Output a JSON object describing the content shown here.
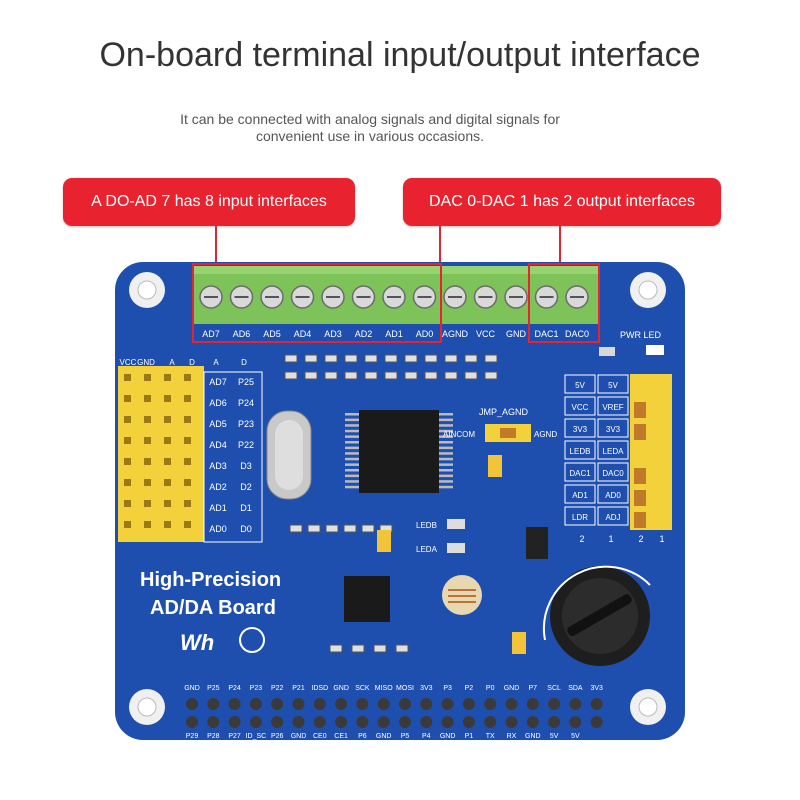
{
  "header": {
    "title": "On-board terminal input/output interface",
    "subtitle_line1": "It can be connected with analog signals and digital signals for",
    "subtitle_line2": "convenient use in various occasions."
  },
  "callouts": {
    "left": "A DO-AD 7 has 8 input interfaces",
    "right": "DAC 0-DAC 1 has 2 output interfaces"
  },
  "colors": {
    "board": "#1f4fae",
    "callout": "#e8222f",
    "terminal": "#7ec35a",
    "header_pins": "#f2d13a"
  },
  "board": {
    "terminal_labels": [
      "AD7",
      "AD6",
      "AD5",
      "AD4",
      "AD3",
      "AD2",
      "AD1",
      "AD0",
      "AGND",
      "VCC",
      "GND",
      "DAC1",
      "DAC0"
    ],
    "power_led_label": "PWR LED",
    "left_header_top": [
      "VCC",
      "GND",
      "A",
      "D",
      "A",
      "D"
    ],
    "left_header_rows": [
      [
        "AD7",
        "P25"
      ],
      [
        "AD6",
        "P24"
      ],
      [
        "AD5",
        "P23"
      ],
      [
        "AD4",
        "P22"
      ],
      [
        "AD3",
        "D3"
      ],
      [
        "AD2",
        "D2"
      ],
      [
        "AD1",
        "D1"
      ],
      [
        "AD0",
        "D0"
      ]
    ],
    "jumper_label": "JMP_AGND",
    "jumper_left": "AINCOM",
    "jumper_right": "AGND",
    "right_jumpers": [
      [
        "5V",
        "5V"
      ],
      [
        "VCC",
        "VREF"
      ],
      [
        "3V3",
        "3V3"
      ],
      [
        "LEDB",
        "LEDA"
      ],
      [
        "DAC1",
        "DAC0"
      ],
      [
        "AD1",
        "AD0"
      ],
      [
        "LDR",
        "ADJ"
      ]
    ],
    "right_jumper_numbers": [
      "2",
      "1",
      "2",
      "1"
    ],
    "led_labels": [
      "LEDB",
      "LEDA"
    ],
    "board_name_line1": "High-Precision",
    "board_name_line2": "AD/DA Board",
    "brand_logo": "Wh",
    "gpio_top": [
      "GND",
      "P25",
      "P24",
      "P23",
      "P22",
      "P21",
      "IDSD",
      "GND",
      "SCK",
      "MISO",
      "MOSI",
      "3V3",
      "P3",
      "P2",
      "P0",
      "GND",
      "P7",
      "SCL",
      "SDA",
      "3V3"
    ],
    "gpio_bottom": [
      "P29",
      "P28",
      "P27",
      "ID_SC",
      "P26",
      "GND",
      "CE0",
      "CE1",
      "P6",
      "GND",
      "P5",
      "P4",
      "GND",
      "P1",
      "TX",
      "RX",
      "GND",
      "5V",
      "5V"
    ]
  }
}
